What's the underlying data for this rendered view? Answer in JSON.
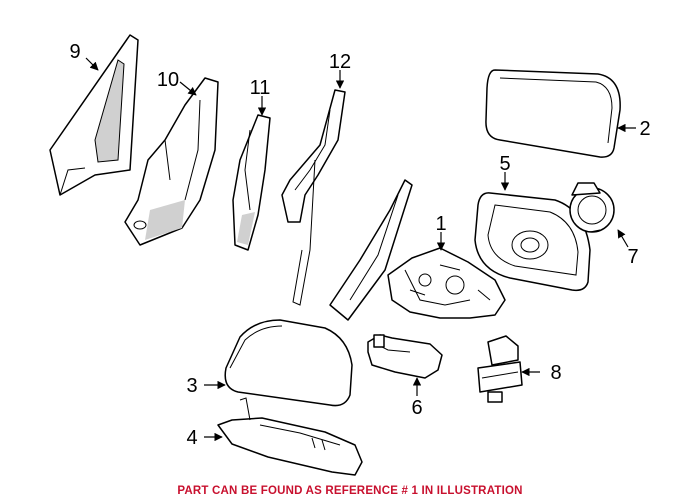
{
  "diagram": {
    "callouts": [
      "1",
      "2",
      "3",
      "4",
      "5",
      "6",
      "7",
      "8",
      "9",
      "10",
      "11",
      "12"
    ]
  },
  "footer": {
    "note": "PART CAN BE FOUND AS REFERENCE # 1 IN ILLUSTRATION",
    "color": "#c8102e"
  },
  "colors": {
    "line": "#000000",
    "shade": "#d0d0d0",
    "background": "#ffffff"
  }
}
